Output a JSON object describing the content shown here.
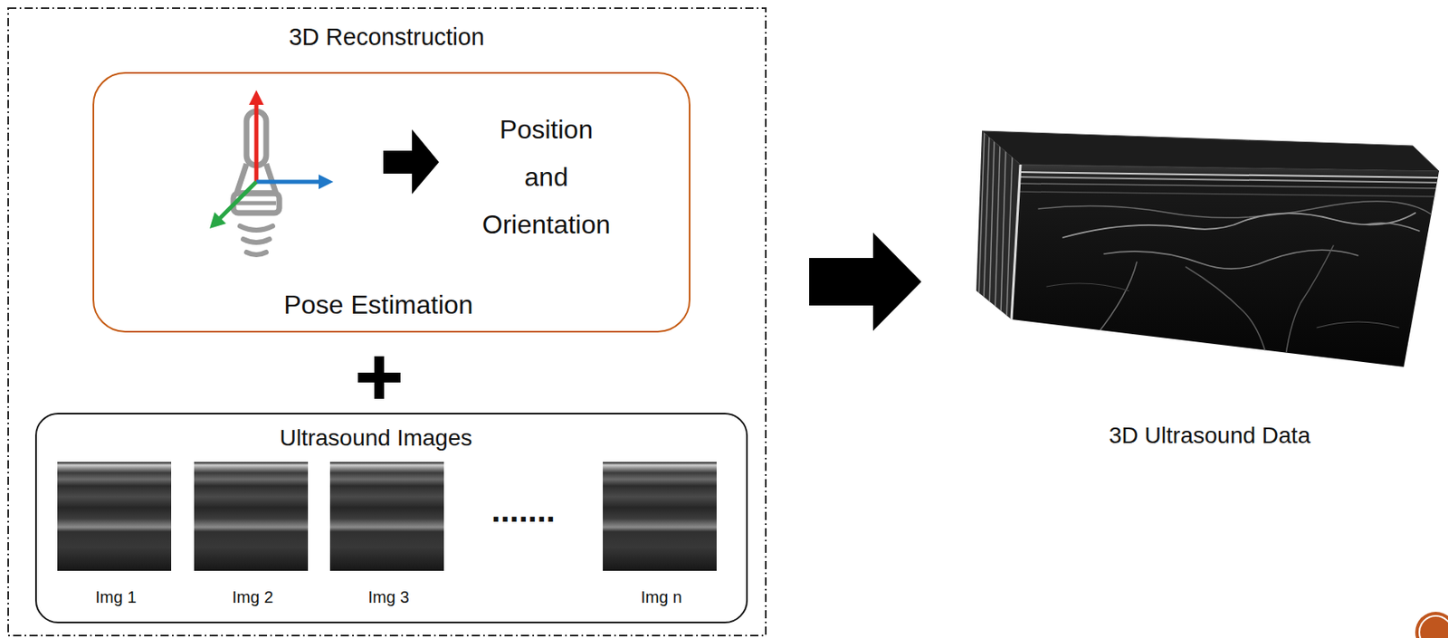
{
  "diagram": {
    "nodes": [
      {
        "text": [
          "3D Reconstruction"
        ]
      },
      {
        "text": [
          "Position and Orientation",
          "Pose Estimation"
        ],
        "in": 0
      },
      {
        "text": [
          "Ultrasound Images"
        ],
        "in": 0
      },
      {
        "text": [
          "Img 1"
        ],
        "in": 2
      },
      {
        "text": [
          "Img 2"
        ],
        "in": 2
      },
      {
        "text": [
          "Img 3"
        ],
        "in": 2
      },
      {
        "text": [
          "Img n"
        ],
        "in": 2
      },
      {
        "text": [
          "3D Ultrasound Data"
        ]
      }
    ],
    "edges": [
      {
        "from": 0,
        "to": 7,
        "arrow": "to"
      }
    ],
    "labels": [
      "......."
    ]
  }
}
